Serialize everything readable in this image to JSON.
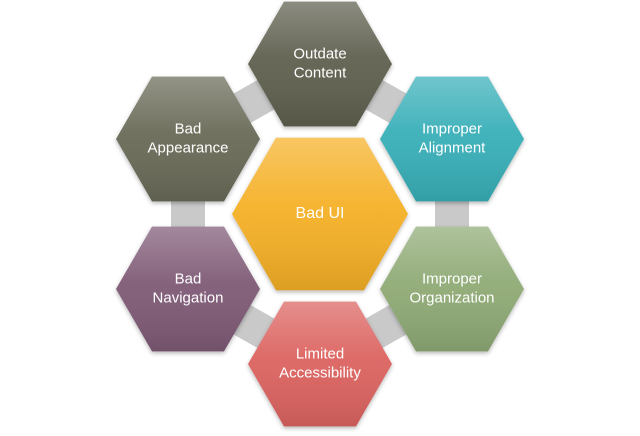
{
  "diagram": {
    "center": {
      "label": "Bad UI",
      "color": "#F5B027"
    },
    "nodes": [
      {
        "id": "outdate-content",
        "lines": [
          "Outdate",
          "Content"
        ],
        "color": "#5F6150"
      },
      {
        "id": "improper-alignment",
        "lines": [
          "Improper",
          "Alignment"
        ],
        "color": "#38AFB8"
      },
      {
        "id": "improper-organization",
        "lines": [
          "Improper",
          "Organization"
        ],
        "color": "#8FAA75"
      },
      {
        "id": "limited-accessibility",
        "lines": [
          "Limited",
          "Accessibility"
        ],
        "color": "#DC6461"
      },
      {
        "id": "bad-navigation",
        "lines": [
          "Bad",
          "Navigation"
        ],
        "color": "#7F5A76"
      },
      {
        "id": "bad-appearance",
        "lines": [
          "Bad",
          "Appearance"
        ],
        "color": "#6A6B59"
      }
    ],
    "connector_color": "#C9C9C9"
  }
}
